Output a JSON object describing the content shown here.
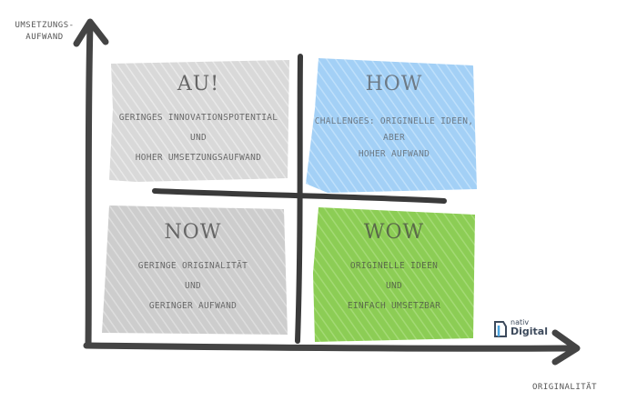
{
  "axes": {
    "y_label_line1": "Umsetzungs-",
    "y_label_line2": "aufwand",
    "x_label": "Originalität"
  },
  "quadrants": {
    "au": {
      "title": "AU!",
      "lines": [
        "Geringes Innovationspotential",
        "und",
        "hoher Umsetzungsaufwand"
      ],
      "color": "#d3d3d3"
    },
    "how": {
      "title": "HOW",
      "lines": [
        "Challenges: originelle Ideen,",
        "aber",
        "hoher Aufwand"
      ],
      "color": "#a7d3f7"
    },
    "now": {
      "title": "NOW",
      "lines": [
        "Geringe Originalität",
        "und",
        "geringer Aufwand"
      ],
      "color": "#cfcfcf"
    },
    "wow": {
      "title": "WOW",
      "lines": [
        "Originelle Ideen",
        "und",
        "einfach umsetzbar"
      ],
      "color": "#8fd05a"
    }
  },
  "logo": {
    "line1": "nativ",
    "line2": "Digital",
    "icon": "nativ-digital-logo-icon"
  },
  "colors": {
    "axis": "#444444",
    "divider": "#3a3a3a"
  }
}
